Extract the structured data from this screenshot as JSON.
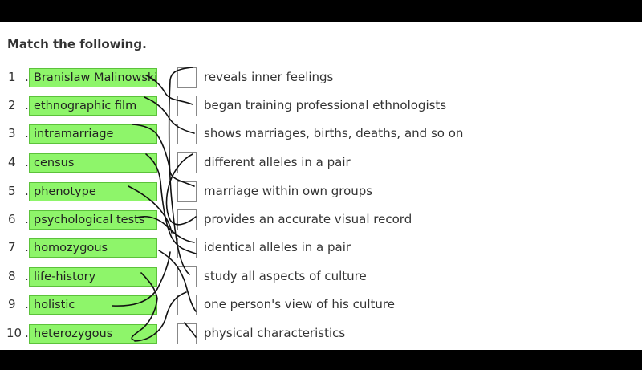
{
  "title": "Match the following.",
  "rows": [
    {
      "num": "1",
      "term": "Branislaw Malinowski",
      "definition": "reveals inner feelings"
    },
    {
      "num": "2",
      "term": "ethnographic film",
      "definition": "began training professional ethnologists"
    },
    {
      "num": "3",
      "term": "intramarriage",
      "definition": "shows marriages, births, deaths, and so on"
    },
    {
      "num": "4",
      "term": "census",
      "definition": "different alleles in a pair"
    },
    {
      "num": "5",
      "term": "phenotype",
      "definition": "marriage within own groups"
    },
    {
      "num": "6",
      "term": "psychological tests",
      "definition": "provides an accurate visual record"
    },
    {
      "num": "7",
      "term": "homozygous",
      "definition": "identical alleles in a pair"
    },
    {
      "num": "8",
      "term": "life-history",
      "definition": "study all aspects of culture"
    },
    {
      "num": "9",
      "term": "holistic",
      "definition": "one person's view of his culture"
    },
    {
      "num": "10",
      "term": "heterozygous",
      "definition": "physical characteristics"
    }
  ]
}
